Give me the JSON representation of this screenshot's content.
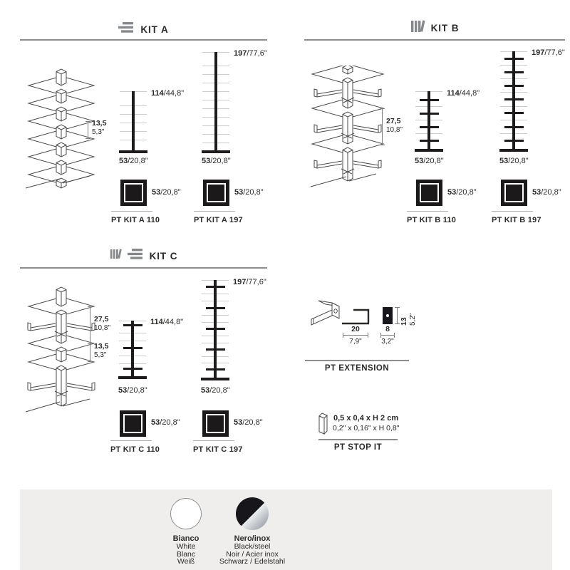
{
  "kits": [
    {
      "title": "KIT A",
      "icon": "stacked-shelves-icon",
      "dims": [
        {
          "cm": "13,5",
          "in": "5,3\""
        }
      ],
      "variants": [
        {
          "name": "PT KIT A 110",
          "h_cm": "114",
          "h_in": "/44,8\"",
          "w_cm": "53",
          "w_in": "/20,8\"",
          "p_cm": "53",
          "p_in": "/20,8\""
        },
        {
          "name": "PT KIT A 197",
          "h_cm": "197",
          "h_in": "/77,6\"",
          "w_cm": "53",
          "w_in": "/20,8\"",
          "p_cm": "53",
          "p_in": "/20,8\""
        }
      ]
    },
    {
      "title": "KIT B",
      "icon": "books-icon",
      "dims": [
        {
          "cm": "27,5",
          "in": "10,8\""
        }
      ],
      "variants": [
        {
          "name": "PT KIT B 110",
          "h_cm": "114",
          "h_in": "/44,8\"",
          "w_cm": "53",
          "w_in": "/20,8\"",
          "p_cm": "53",
          "p_in": "/20,8\""
        },
        {
          "name": "PT KIT B 197",
          "h_cm": "197",
          "h_in": "/77,6\"",
          "w_cm": "53",
          "w_in": "/20,8\"",
          "p_cm": "53",
          "p_in": "/20,8\""
        }
      ]
    },
    {
      "title": "KIT C",
      "icon": "books-and-shelves-icon",
      "dims": [
        {
          "cm": "27,5",
          "in": "10,8\""
        },
        {
          "cm": "13,5",
          "in": "5,3\""
        }
      ],
      "variants": [
        {
          "name": "PT KIT C 110",
          "h_cm": "114",
          "h_in": "/44,8\"",
          "w_cm": "53",
          "w_in": "/20,8\"",
          "p_cm": "53",
          "p_in": "/20,8\""
        },
        {
          "name": "PT KIT C 197",
          "h_cm": "197",
          "h_in": "/77,6\"",
          "w_cm": "53",
          "w_in": "/20,8\"",
          "p_cm": "53",
          "p_in": "/20,8\""
        }
      ]
    }
  ],
  "extension": {
    "name": "PT EXTENSION",
    "w_cm": "20",
    "w_in": "7,9\"",
    "d_cm": "8",
    "d_in": "3,2\"",
    "h_cm": "13",
    "h_in": "5,2\""
  },
  "stop_it": {
    "name": "PT STOP IT",
    "size_cm": "0,5 x 0,4 x H 2 cm",
    "size_in": "0,2\" x 0,16\" x H 0,8\""
  },
  "finishes": [
    {
      "name": "Bianco",
      "translations": [
        "White",
        "Blanc",
        "Weiß"
      ],
      "color": "#ffffff"
    },
    {
      "name": "Nero/inox",
      "translations": [
        "Black/steel",
        "Noir / Acier inox",
        "Schwarz / Edelstahl"
      ],
      "colors": [
        "#17161a",
        "#b9bfc6"
      ]
    }
  ]
}
